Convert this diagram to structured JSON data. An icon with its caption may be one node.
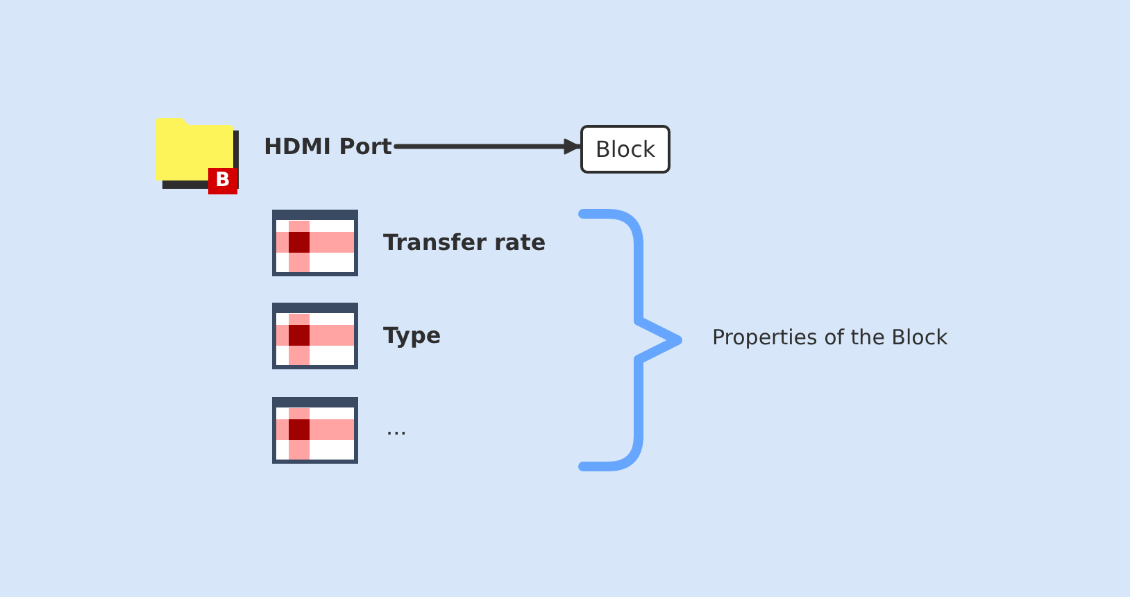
{
  "diagram": {
    "nodes": [
      {
        "text": [
          "HDMI Port"
        ]
      },
      {
        "text": [
          "Block"
        ]
      }
    ],
    "edges": [
      {
        "from": 0,
        "to": 1,
        "arrow": "to"
      }
    ],
    "labels": [
      "B",
      "Transfer rate",
      "Type",
      "...",
      "Properties of the Block"
    ]
  }
}
